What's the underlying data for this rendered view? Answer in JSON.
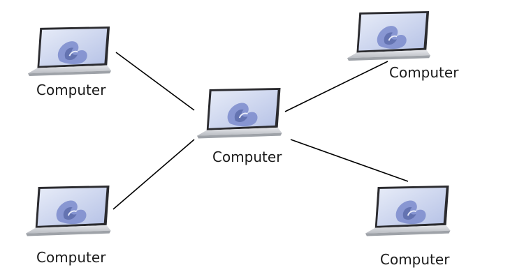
{
  "nodes": [
    {
      "id": "top-left",
      "label": "Computer",
      "icon": "laptop-icon"
    },
    {
      "id": "top-right",
      "label": "Computer",
      "icon": "laptop-icon"
    },
    {
      "id": "center",
      "label": "Computer",
      "icon": "laptop-icon"
    },
    {
      "id": "bottom-left",
      "label": "Computer",
      "icon": "laptop-icon"
    },
    {
      "id": "bottom-right",
      "label": "Computer",
      "icon": "laptop-icon"
    }
  ],
  "edges": [
    {
      "from": "center",
      "to": "top-left"
    },
    {
      "from": "center",
      "to": "top-right"
    },
    {
      "from": "center",
      "to": "bottom-left"
    },
    {
      "from": "center",
      "to": "bottom-right"
    }
  ],
  "colors": {
    "connector": "#000000",
    "laptop_body": "#d7d9dd",
    "laptop_bezel": "#2b2b2f",
    "screen_bg": "#cfd8ee",
    "wallpaper_accent": "#6f7fc0",
    "label": "#1a1a1a"
  }
}
